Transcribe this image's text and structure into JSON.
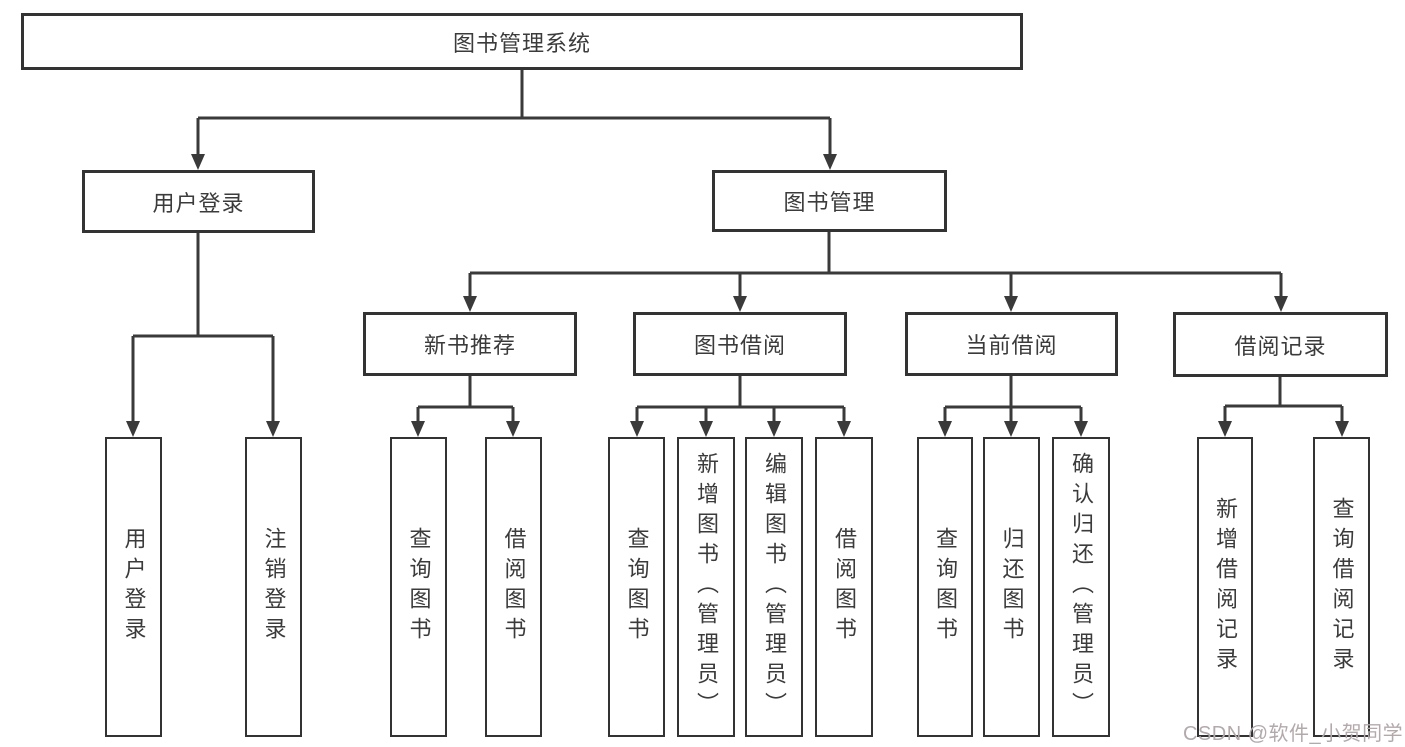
{
  "diagram": {
    "type": "hierarchy-tree",
    "colors": {
      "line": "#3a3a3a",
      "box_border": "#333333",
      "text": "#3b3b3b",
      "watermark": "#b3a9ab",
      "background": "#ffffff"
    },
    "tree": {
      "label": "图书管理系统",
      "children": [
        {
          "label": "用户登录",
          "children": [
            {
              "label": "用户登录"
            },
            {
              "label": "注销登录"
            }
          ]
        },
        {
          "label": "图书管理",
          "children": [
            {
              "label": "新书推荐",
              "children": [
                {
                  "label": "查询图书"
                },
                {
                  "label": "借阅图书"
                }
              ]
            },
            {
              "label": "图书借阅",
              "children": [
                {
                  "label": "查询图书"
                },
                {
                  "label": "新增图书（管理员）"
                },
                {
                  "label": "编辑图书（管理员）"
                },
                {
                  "label": "借阅图书"
                }
              ]
            },
            {
              "label": "当前借阅",
              "children": [
                {
                  "label": "查询图书"
                },
                {
                  "label": "归还图书"
                },
                {
                  "label": "确认归还（管理员）"
                }
              ]
            },
            {
              "label": "借阅记录",
              "children": [
                {
                  "label": "新增借阅记录"
                },
                {
                  "label": "查询借阅记录"
                }
              ]
            }
          ]
        }
      ]
    },
    "watermark": "CSDN @软件_小贺同学"
  }
}
